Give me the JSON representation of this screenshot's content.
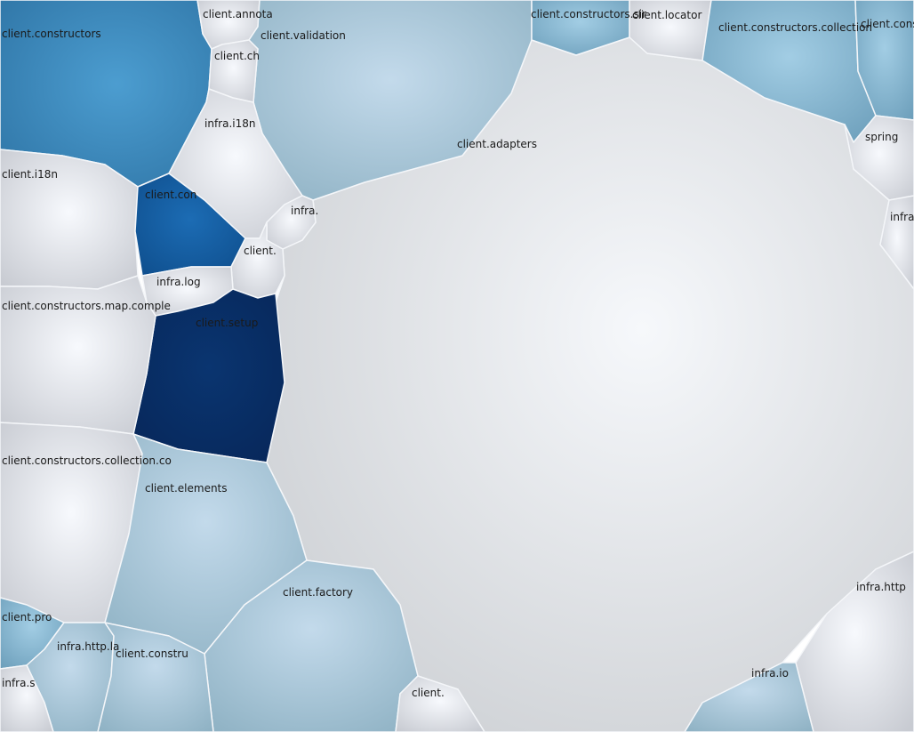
{
  "diagram": {
    "type": "voronoi-treemap",
    "cells": [
      {
        "label": "client.adapters",
        "shade": "light-gray"
      },
      {
        "label": "client.constructors",
        "shade": "medium-blue"
      },
      {
        "label": "client.annota",
        "shade": "white"
      },
      {
        "label": "client.validation",
        "shade": "pale-blue"
      },
      {
        "label": "client.ch",
        "shade": "white"
      },
      {
        "label": "infra.i18n",
        "shade": "white"
      },
      {
        "label": "client.i18n",
        "shade": "white"
      },
      {
        "label": "client.con",
        "shade": "strong-blue"
      },
      {
        "label": "infra.",
        "shade": "white"
      },
      {
        "label": "client.",
        "shade": "white"
      },
      {
        "label": "infra.log",
        "shade": "white"
      },
      {
        "label": "client.setup",
        "shade": "navy"
      },
      {
        "label": "client.constructors.map.comple",
        "shade": "white"
      },
      {
        "label": "client.constructors.collection.co",
        "shade": "white"
      },
      {
        "label": "client.elements",
        "shade": "pale-blue"
      },
      {
        "label": "client.factory",
        "shade": "pale-blue"
      },
      {
        "label": "client.pro",
        "shade": "light-blue"
      },
      {
        "label": "infra.http.la",
        "shade": "pale-blue"
      },
      {
        "label": "client.constru",
        "shade": "pale-blue"
      },
      {
        "label": "infra.s",
        "shade": "white"
      },
      {
        "label": "client.",
        "shade": "white"
      },
      {
        "label": "client.constructors.sir",
        "shade": "light-blue"
      },
      {
        "label": "client.locator",
        "shade": "white"
      },
      {
        "label": "client.constructors.collection",
        "shade": "light-blue"
      },
      {
        "label": "client.const",
        "shade": "light-blue"
      },
      {
        "label": "spring",
        "shade": "white"
      },
      {
        "label": "infra",
        "shade": "white"
      },
      {
        "label": "infra.http",
        "shade": "white"
      },
      {
        "label": "infra.io",
        "shade": "pale-blue"
      }
    ]
  }
}
